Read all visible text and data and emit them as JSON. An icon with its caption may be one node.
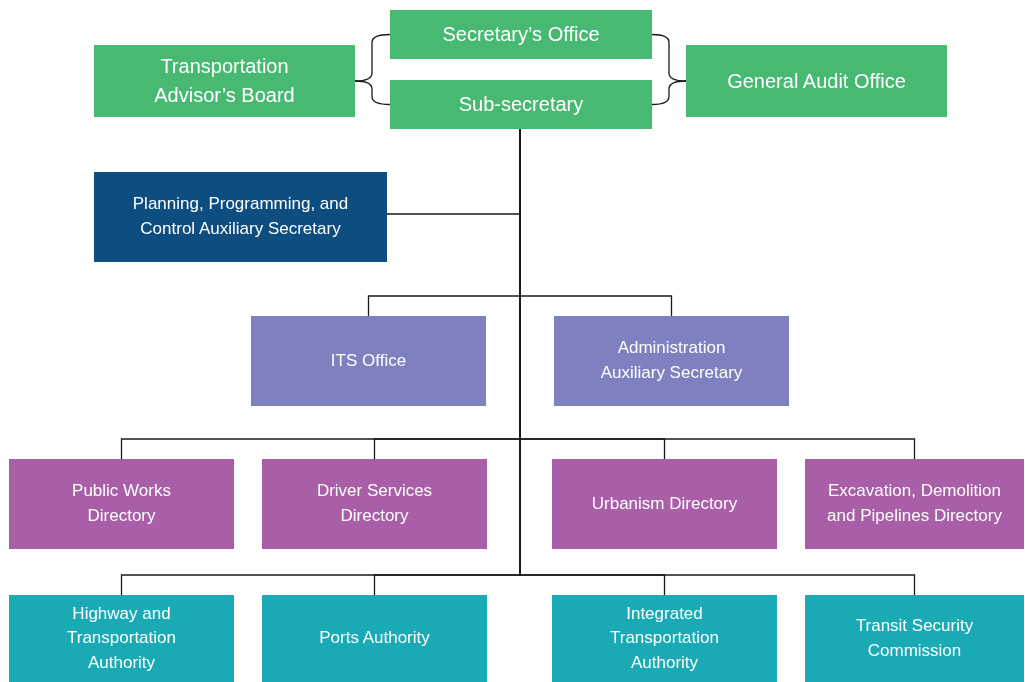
{
  "diagram": {
    "nodes": [
      {
        "text": [
          "Secretary’s Office"
        ]
      },
      {
        "text": [
          "Transportation Advisor’s Board"
        ]
      },
      {
        "text": [
          "General Audit Office"
        ]
      },
      {
        "text": [
          "Sub-secretary"
        ]
      },
      {
        "text": [
          "Planning, Programming, and Control Auxiliary Secretary"
        ]
      },
      {
        "text": [
          "ITS Office"
        ]
      },
      {
        "text": [
          "Administration Auxiliary Secretary"
        ]
      },
      {
        "text": [
          "Public Works Directory"
        ]
      },
      {
        "text": [
          "Driver Services Directory"
        ]
      },
      {
        "text": [
          "Urbanism Directory"
        ]
      },
      {
        "text": [
          "Excavation, Demolition and Pipelines Directory"
        ]
      },
      {
        "text": [
          "Highway and Transportation Authority"
        ]
      },
      {
        "text": [
          "Ports Authority"
        ]
      },
      {
        "text": [
          "Integrated Transportation Authority"
        ]
      },
      {
        "text": [
          "Transit Security Commission"
        ]
      }
    ],
    "edges": [
      {
        "from": 1,
        "to": 0,
        "arrow": "none"
      },
      {
        "from": 1,
        "to": 3,
        "arrow": "none"
      },
      {
        "from": 2,
        "to": 0,
        "arrow": "none"
      },
      {
        "from": 2,
        "to": 3,
        "arrow": "none"
      },
      {
        "from": 3,
        "to": 4,
        "arrow": "none"
      },
      {
        "from": 3,
        "to": 5,
        "arrow": "none"
      },
      {
        "from": 3,
        "to": 6,
        "arrow": "none"
      },
      {
        "from": 3,
        "to": 7,
        "arrow": "none"
      },
      {
        "from": 3,
        "to": 8,
        "arrow": "none"
      },
      {
        "from": 3,
        "to": 9,
        "arrow": "none"
      },
      {
        "from": 3,
        "to": 10,
        "arrow": "none"
      },
      {
        "from": 3,
        "to": 11,
        "arrow": "none"
      },
      {
        "from": 3,
        "to": 12,
        "arrow": "none"
      },
      {
        "from": 3,
        "to": 13,
        "arrow": "none"
      },
      {
        "from": 3,
        "to": 14,
        "arrow": "none"
      }
    ]
  }
}
